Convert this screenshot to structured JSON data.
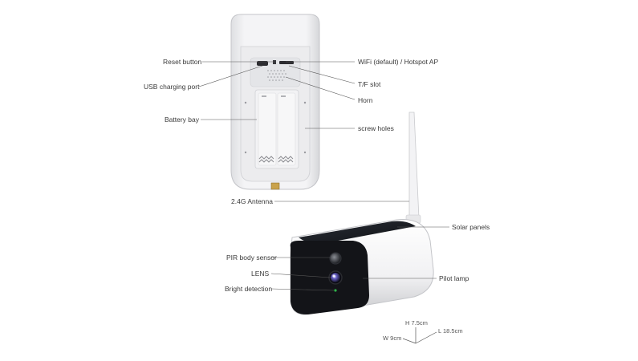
{
  "labels": {
    "reset_button": "Reset button",
    "usb_charging_port": "USB charging port",
    "battery_bay": "Battery bay",
    "wifi_mode": "WiFi (default) / Hotspot AP",
    "tf_slot": "T/F slot",
    "horn": "Horn",
    "screw_holes": "screw holes",
    "antenna": "2.4G Antenna",
    "solar_panels": "Solar panels",
    "pir_sensor": "PIR body sensor",
    "lens": "LENS",
    "bright_detection": "Bright detection",
    "pilot_lamp": "Pilot lamp"
  },
  "dimensions": {
    "height": "H 7.5cm",
    "width": "W  9cm",
    "length": "L 18.5cm"
  }
}
